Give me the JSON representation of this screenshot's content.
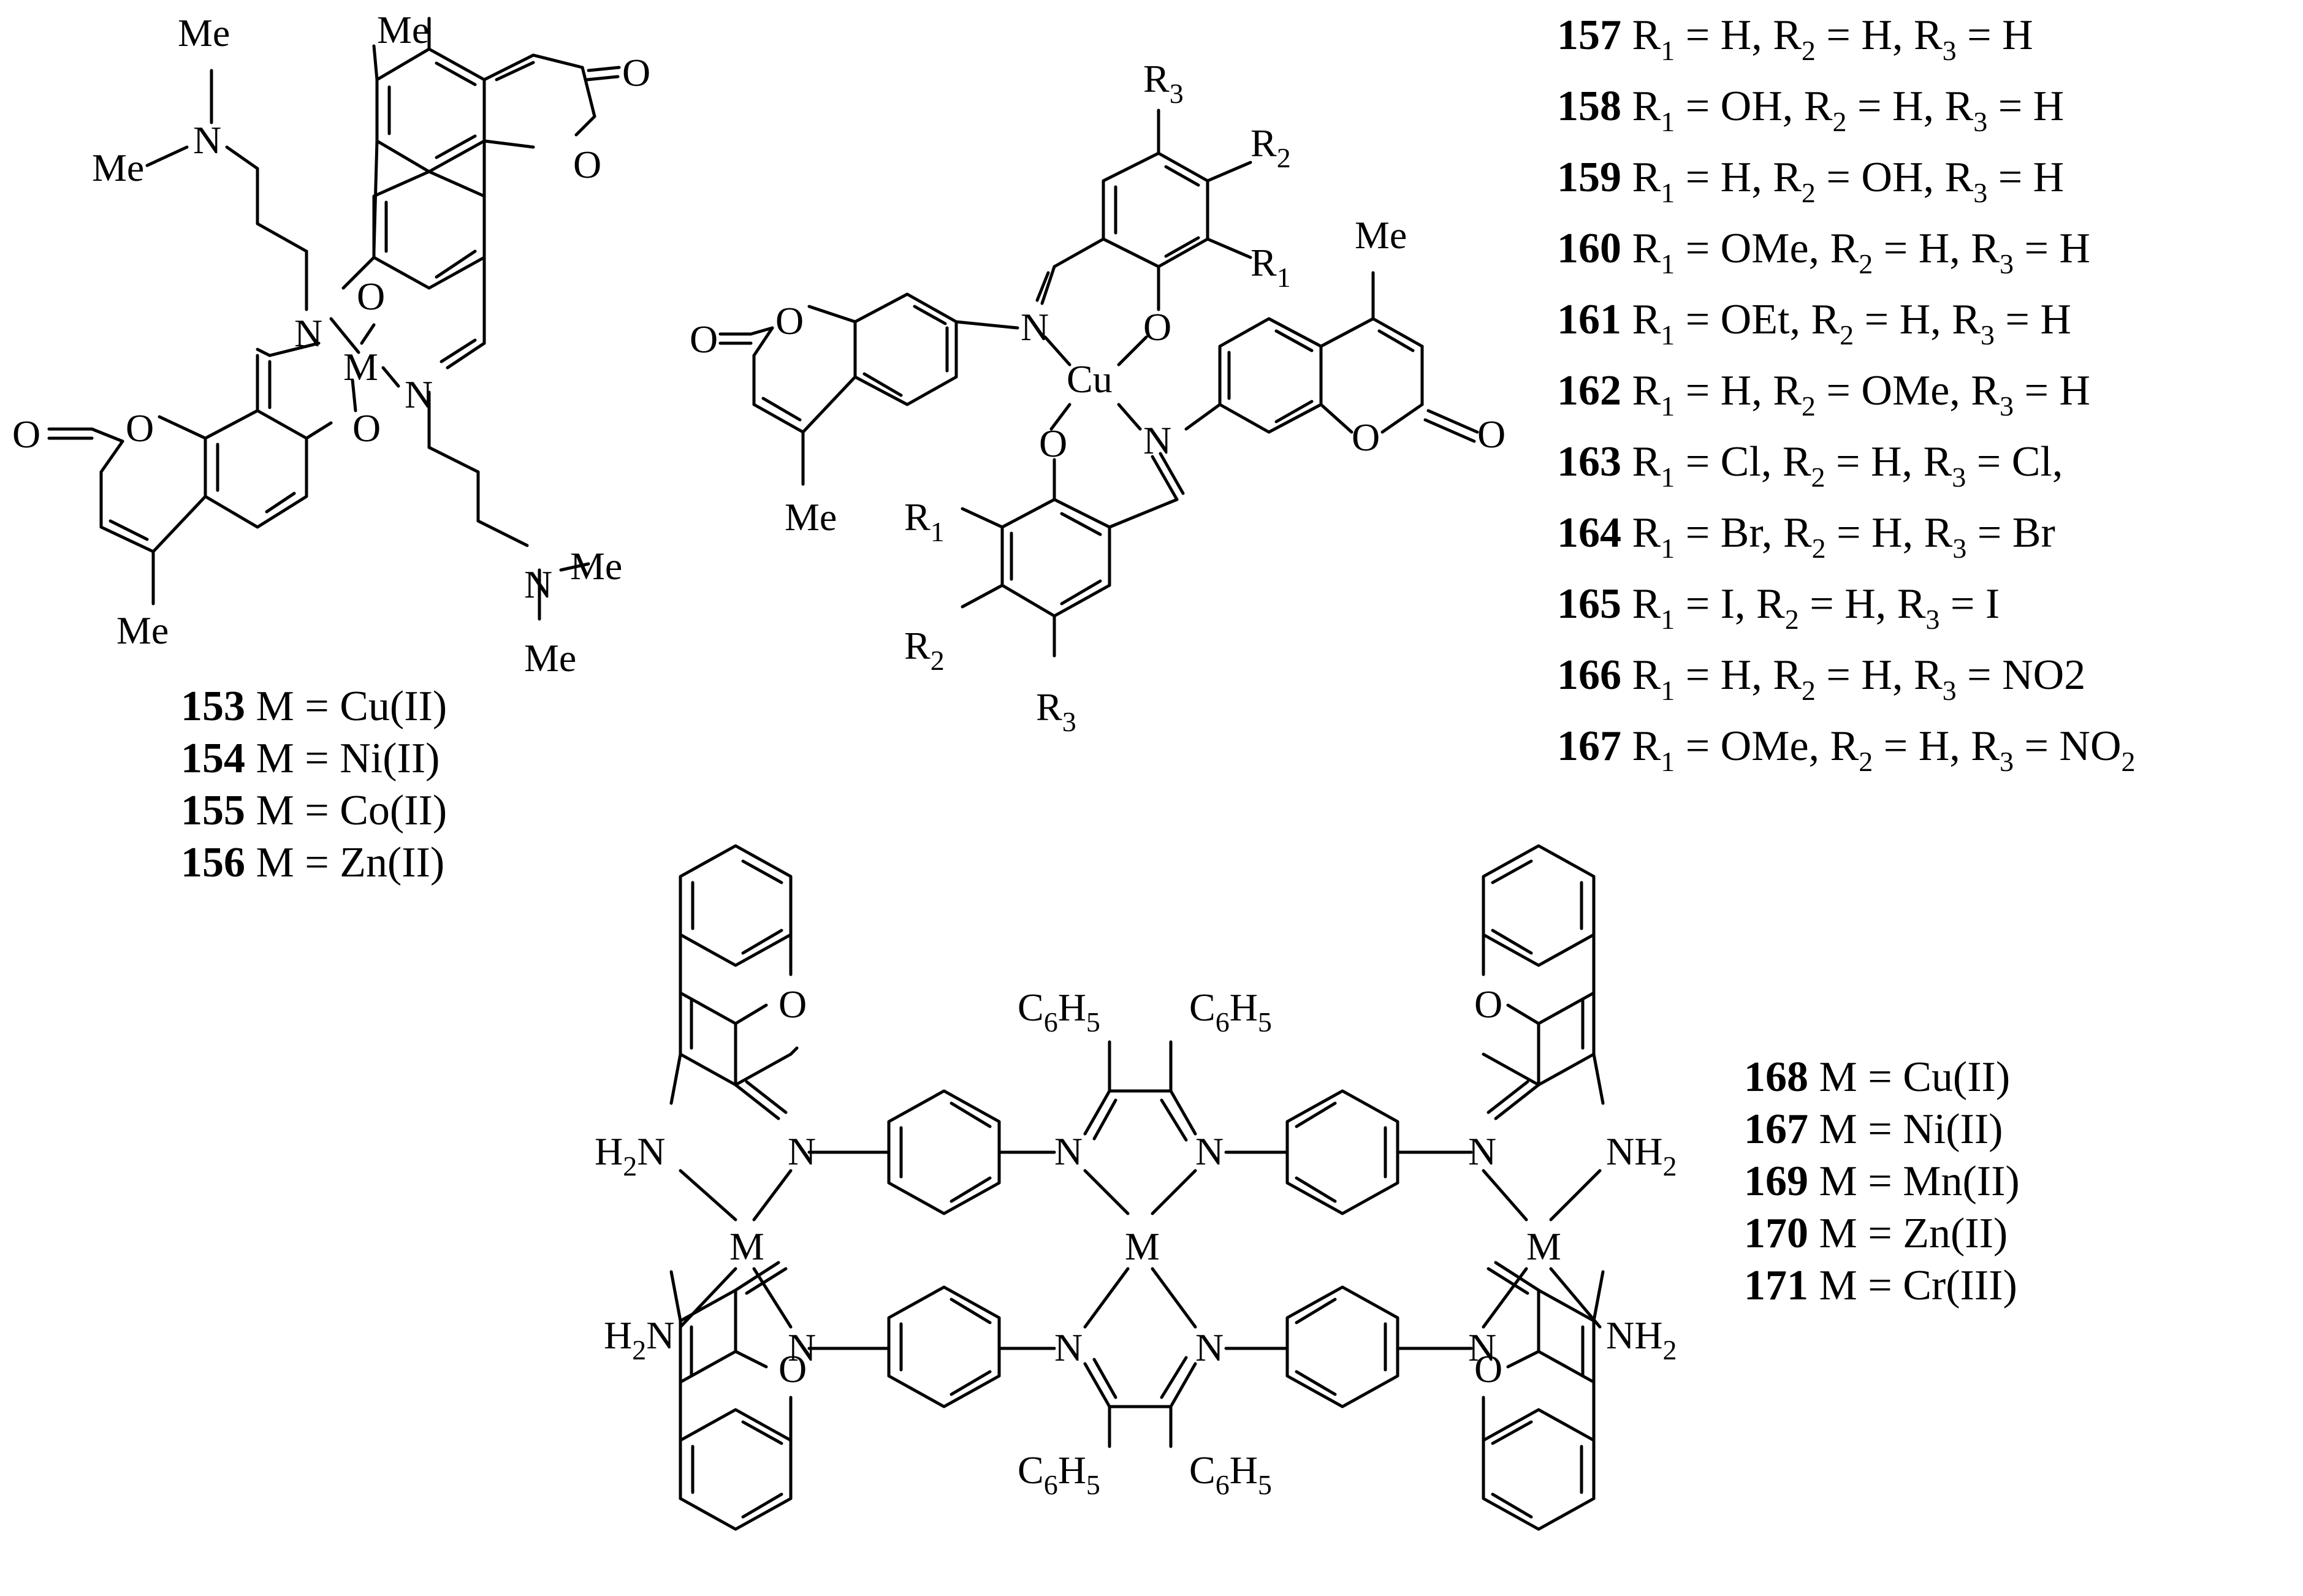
{
  "figure": {
    "structures": {
      "s153": {
        "atoms": {
          "me_a": "Me",
          "me_b": "Me",
          "n_amine": "N",
          "o_top": "O",
          "n_left": "N",
          "m": "M",
          "n_right": "N",
          "o_bottom": "O",
          "o_ring_l": "O",
          "o_carb_l": "O",
          "me_l": "Me",
          "me_r": "Me",
          "o_ring_r": "O",
          "o_carb_r": "O",
          "n_amine2": "N",
          "me_c": "Me",
          "me_d": "Me"
        },
        "labels": [
          {
            "num": "153",
            "text": "M = Cu(II)"
          },
          {
            "num": "154",
            "text": "M = Ni(II)"
          },
          {
            "num": "155",
            "text": "M = Co(II)"
          },
          {
            "num": "156",
            "text": "M = Zn(II)"
          }
        ]
      },
      "s157": {
        "atoms": {
          "r3_top": "R",
          "r2_top": "R",
          "r1_top": "R",
          "o_phen_top": "O",
          "n_left": "N",
          "cu": "Cu",
          "o_phen_bot": "O",
          "n_right": "N",
          "o_ring_l": "O",
          "o_carb_l": "O",
          "me_l": "Me",
          "me_r": "Me",
          "o_ring_r": "O",
          "o_carb_r": "O",
          "r1_bot": "R",
          "r2_bot": "R",
          "r3_bot": "R"
        },
        "labels": [
          {
            "num": "157",
            "parts": [
              "R",
              "1",
              " = H, R",
              "2",
              " = H, R",
              "3",
              " = H"
            ]
          },
          {
            "num": "158",
            "parts": [
              "R",
              "1",
              " = OH, R",
              "2",
              " = H, R",
              "3",
              " = H"
            ]
          },
          {
            "num": "159",
            "parts": [
              "R",
              "1",
              " = H, R",
              "2",
              " = OH, R",
              "3",
              " = H"
            ]
          },
          {
            "num": "160",
            "parts": [
              "R",
              "1",
              " = OMe, R",
              "2",
              " = H, R",
              "3",
              " = H"
            ]
          },
          {
            "num": "161",
            "parts": [
              "R",
              "1",
              " = OEt, R",
              "2",
              " = H, R",
              "3",
              " = H"
            ]
          },
          {
            "num": "162",
            "parts": [
              "R",
              "1",
              " = H, R",
              "2",
              " = OMe, R",
              "3",
              " = H"
            ]
          },
          {
            "num": "163",
            "parts": [
              "R",
              "1",
              " = Cl, R",
              "2",
              " = H, R",
              "3",
              " = Cl,"
            ]
          },
          {
            "num": "164",
            "parts": [
              "R",
              "1",
              " = Br, R",
              "2",
              " = H, R",
              "3",
              " = Br"
            ]
          },
          {
            "num": "165",
            "parts": [
              "R",
              "1",
              " = I, R",
              "2",
              " = H, R",
              "3",
              " = I"
            ]
          },
          {
            "num": "166",
            "parts": [
              "R",
              "1",
              " = H, R",
              "2",
              " = H, R",
              "3",
              " = NO2"
            ]
          },
          {
            "num": "167",
            "parts": [
              "R",
              "1",
              " = OMe, R",
              "2",
              " = H, R",
              "3",
              " = NO",
              "2",
              ""
            ]
          }
        ]
      },
      "s168": {
        "atoms": {
          "o_tl": "O",
          "o_tr": "O",
          "o_bl": "O",
          "o_br": "O",
          "n_tl": "N",
          "n_tr": "N",
          "n_bl": "N",
          "n_br": "N",
          "n_c1": "N",
          "n_c2": "N",
          "n_c3": "N",
          "n_c4": "N",
          "m_l": "M",
          "m_c": "M",
          "m_r": "M",
          "nh2": "H",
          "nh2_right": "NH",
          "c6h5_c": "C",
          "c6h5_h": "H",
          "sub_2": "2",
          "sub_6": "6",
          "sub_5": "5"
        },
        "labels": [
          {
            "num": "168",
            "text": "M = Cu(II)"
          },
          {
            "num": "167",
            "text": "M = Ni(II)"
          },
          {
            "num": "169",
            "text": "M = Mn(II)"
          },
          {
            "num": "170",
            "text": "M = Zn(II)"
          },
          {
            "num": "171",
            "text": "M = Cr(III)"
          }
        ]
      }
    }
  }
}
